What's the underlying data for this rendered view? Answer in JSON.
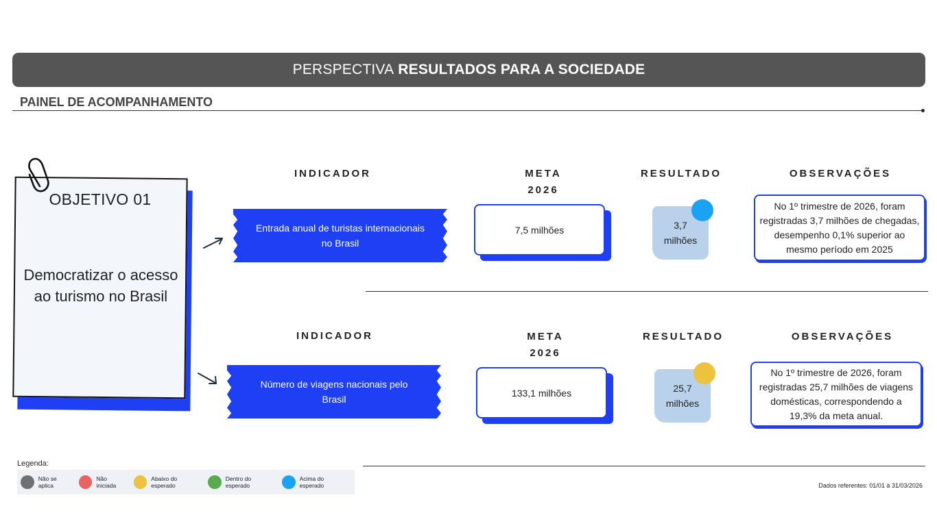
{
  "header": {
    "prefix": "PERSPECTIVA",
    "title": "RESULTADOS PARA A SOCIEDADE"
  },
  "panel": {
    "title": "PAINEL DE ACOMPANHAMENTO"
  },
  "objective": {
    "title": "OBJETIVO 01",
    "text": "Democratizar o acesso ao turismo no Brasil"
  },
  "columns": {
    "indicator": "INDICADOR",
    "meta_line1": "META",
    "meta_line2": "2026",
    "result": "RESULTADO",
    "observations": "OBSERVAÇÕES"
  },
  "rows": [
    {
      "indicator": "Entrada anual de turistas internacionais no Brasil",
      "meta": "7,5 milhões",
      "result_line1": "3,7",
      "result_line2": "milhões",
      "status": "Acima do esperado",
      "status_color": "#1aa3f5",
      "observation": "No 1º trimestre de 2026, foram registradas 3,7 milhões de chegadas, desempenho 0,1% superior ao mesmo período em 2025"
    },
    {
      "indicator": "Número de viagens nacionais pelo Brasil",
      "meta": "133,1 milhões",
      "result_line1": "25,7",
      "result_line2": "milhões",
      "status": "Abaixo do esperado",
      "status_color": "#ecc23e",
      "observation": "No 1º trimestre de 2026, foram registradas 25,7 milhões de viagens domésticas, correspondendo a 19,3% da meta anual."
    }
  ],
  "legend": {
    "title": "Legenda:",
    "items": [
      {
        "label": "Não se aplica",
        "color": "#707070"
      },
      {
        "label": "Não iniciada",
        "color": "#e86464"
      },
      {
        "label": "Abaixo do esperado",
        "color": "#ecc23e"
      },
      {
        "label": "Dentro do esperado",
        "color": "#5aab4e"
      },
      {
        "label": "Acima do esperado",
        "color": "#1aa3f5"
      }
    ]
  },
  "footnote": "Dados referentes: 01/01 à 31/03/2026"
}
